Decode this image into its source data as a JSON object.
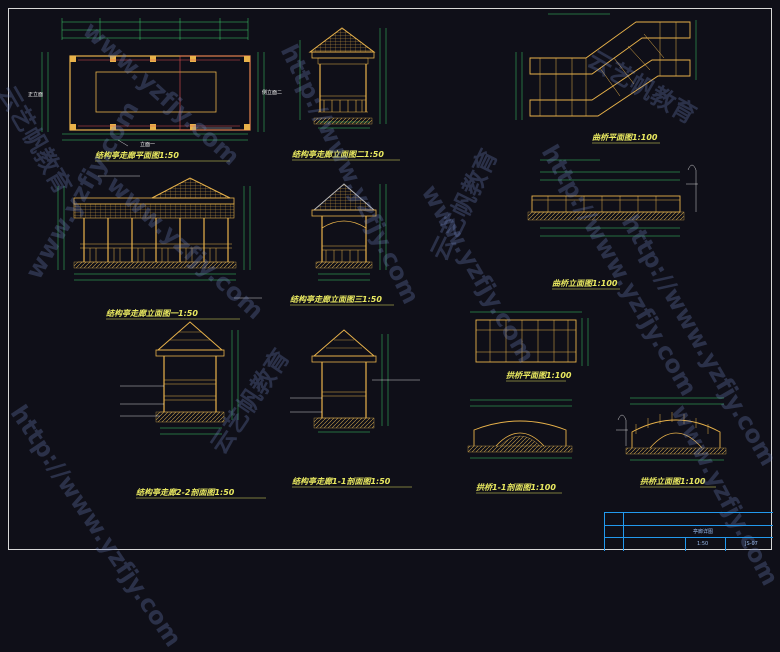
{
  "views": {
    "plan": "结构亭走廊平面图1:50",
    "side_elev_2": "结构亭走廊立面图二1:50",
    "front_elev_1": "结构亭走廊立面图一1:50",
    "side_elev_3": "结构亭走廊立面图三1:50",
    "section_22": "结构亭走廊2-2剖面图1:50",
    "section_11": "结构亭走廊1-1剖面图1:50",
    "curved_bridge_plan": "曲桥平面图1:100",
    "curved_bridge_elev": "曲桥立面图1:100",
    "arch_plan": "拱桥平面图1:100",
    "arch_section": "拱桥1-1剖面图1:100",
    "arch_elev": "拱桥立面图1:100"
  },
  "tags": {
    "plan_left": "正立面",
    "plan_right": "侧立面二",
    "plan_bottom": "立面一"
  },
  "title_block": {
    "drawing_name": "亭廊详图",
    "scale": "1:50",
    "sheet_no": "JS-07"
  },
  "watermarks": [
    "www.yzfjy.com",
    "云艺帆教育",
    "http://www.yzfjy.com"
  ],
  "colors": {
    "background": "#0f0f18",
    "structure": "#e8b24a",
    "dimension": "#3fd06a",
    "annotation": "#e8e860",
    "border": "#d8d8d8",
    "watermark": "#7890c8"
  }
}
